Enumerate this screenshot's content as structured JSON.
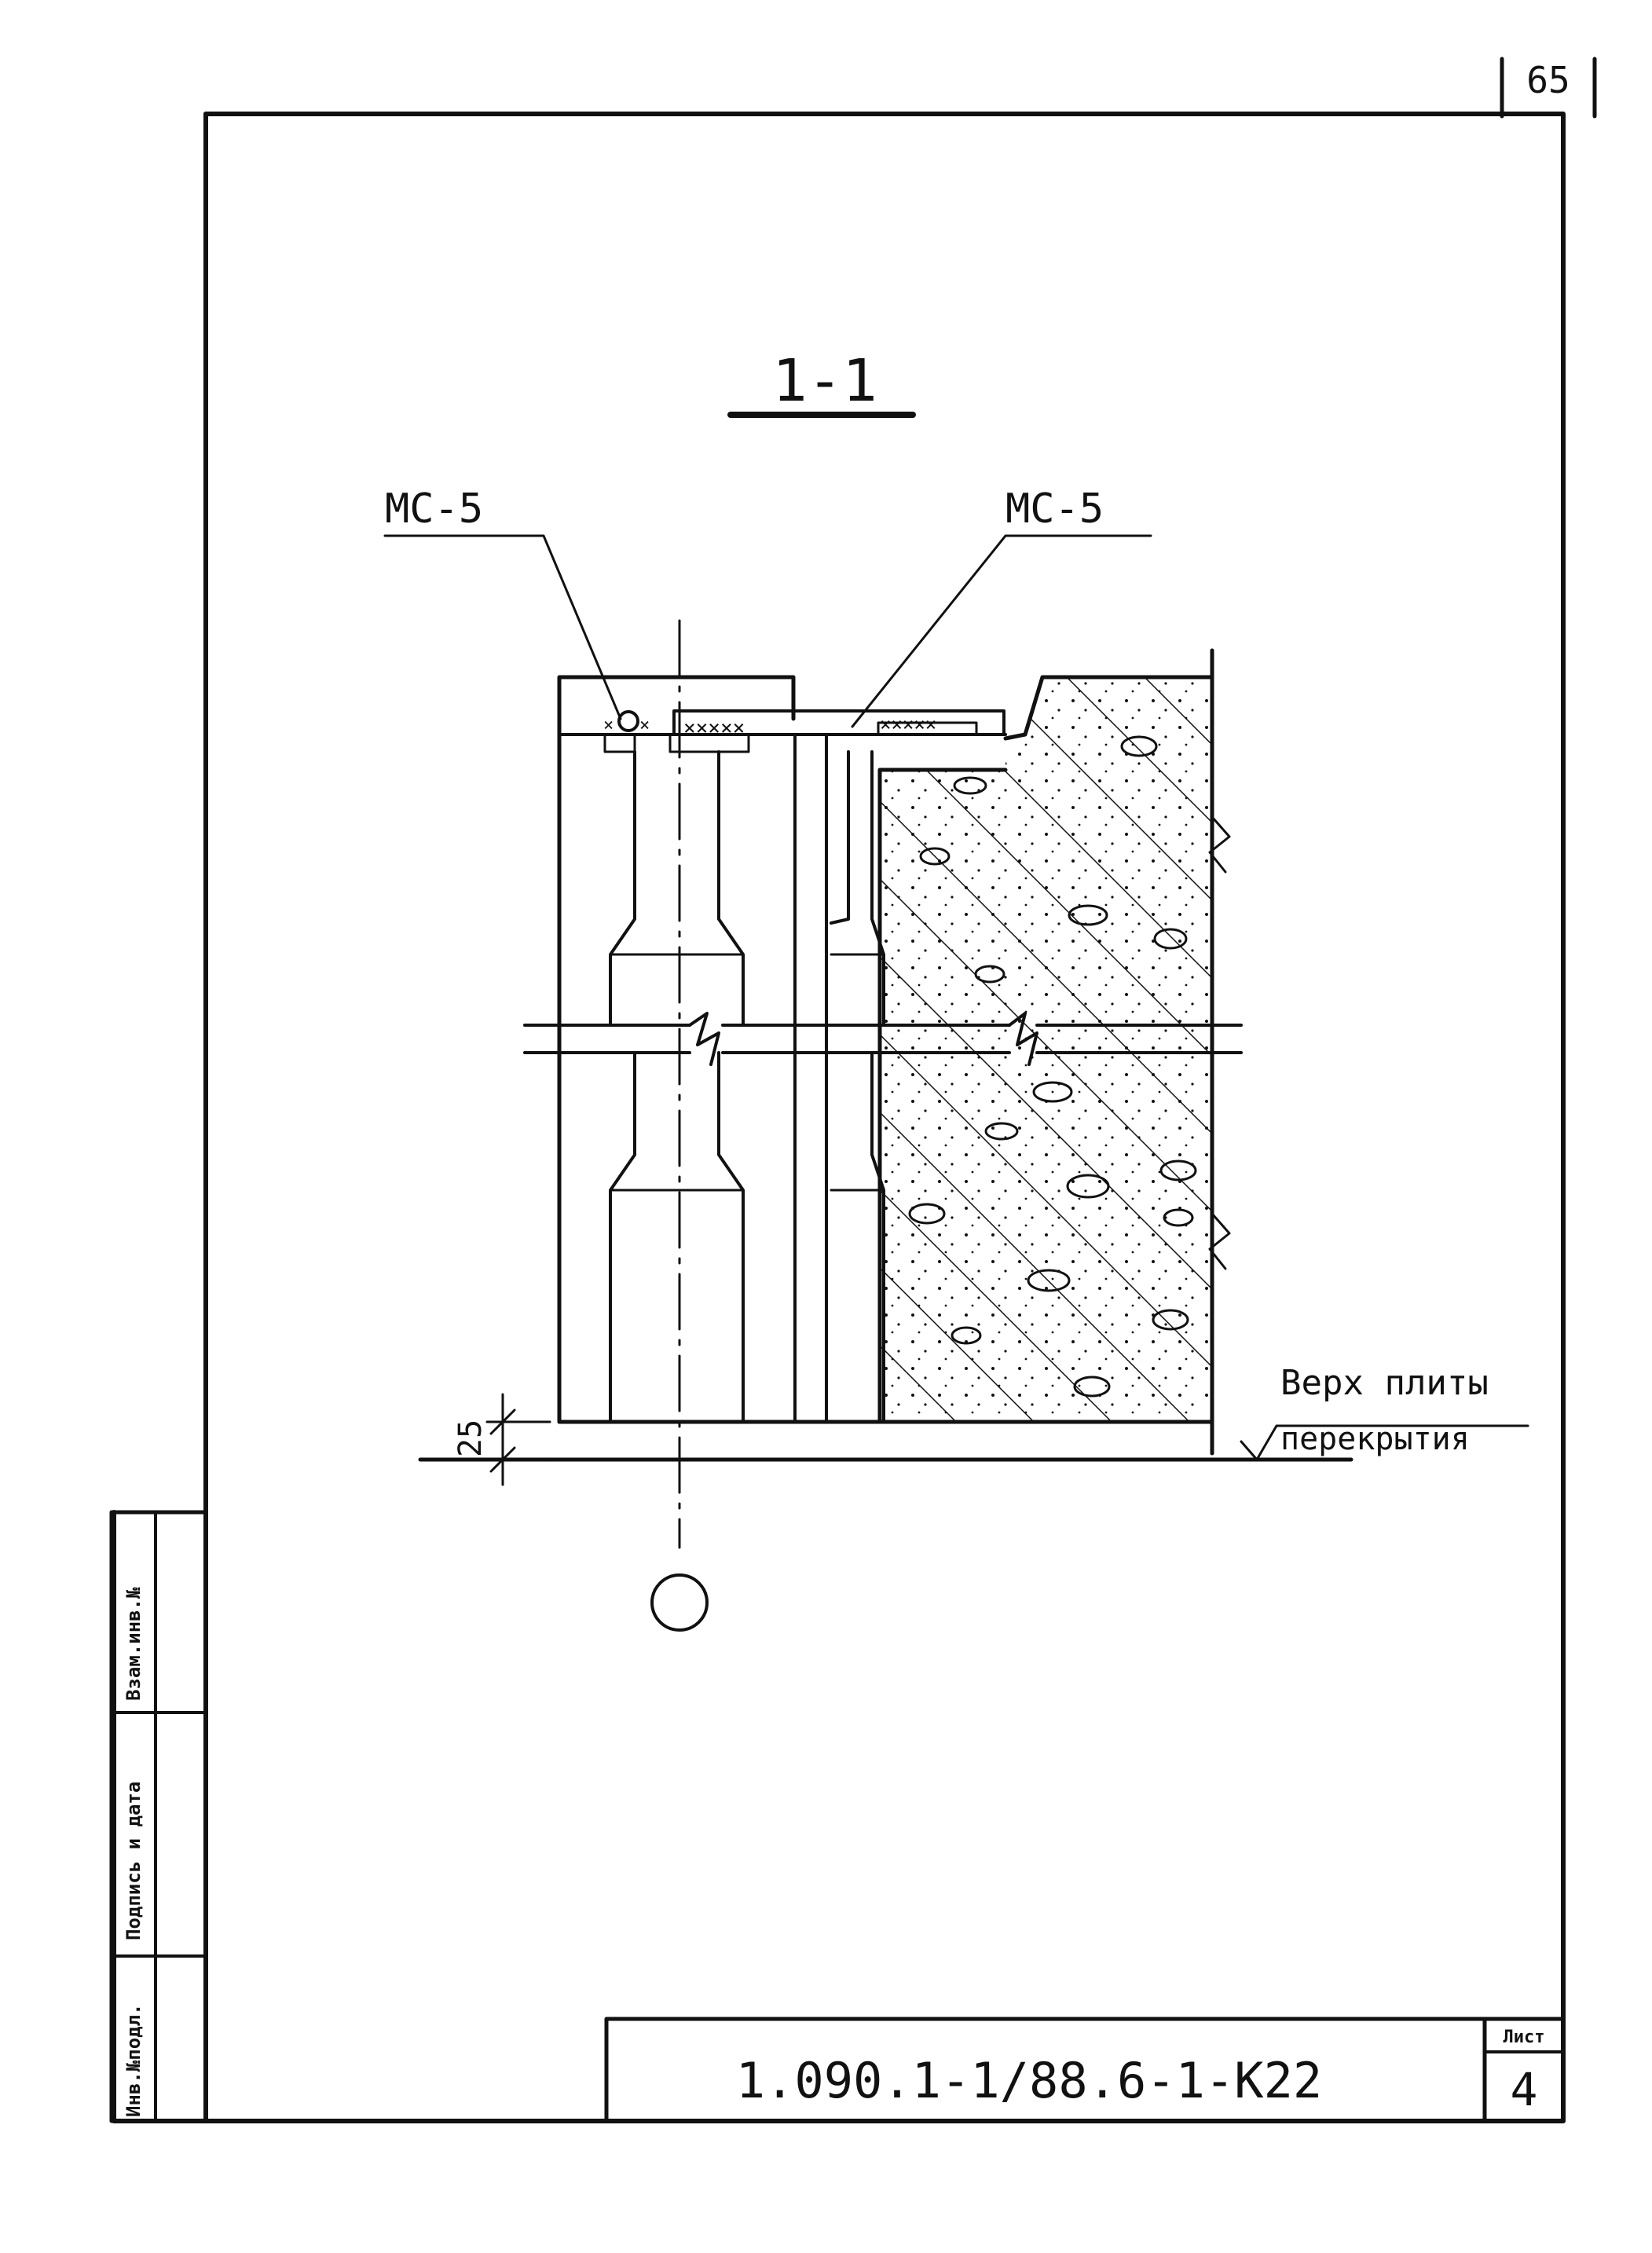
{
  "page_number": "65",
  "section_title": "1-1",
  "callouts": {
    "left_mark": "МС-5",
    "right_mark": "МС-5"
  },
  "dimension": "25",
  "level_label": {
    "line1": "Верх плиты",
    "line2": "перекрытия"
  },
  "side_stamp": {
    "col1": "Инв.№подл.",
    "col2": "Подпись и дата",
    "col3": "Взам.инв.№"
  },
  "title_block": {
    "designation": "1.090.1-1/88.6-1-К22",
    "sheet_label": "Лист",
    "sheet_number": "4"
  }
}
